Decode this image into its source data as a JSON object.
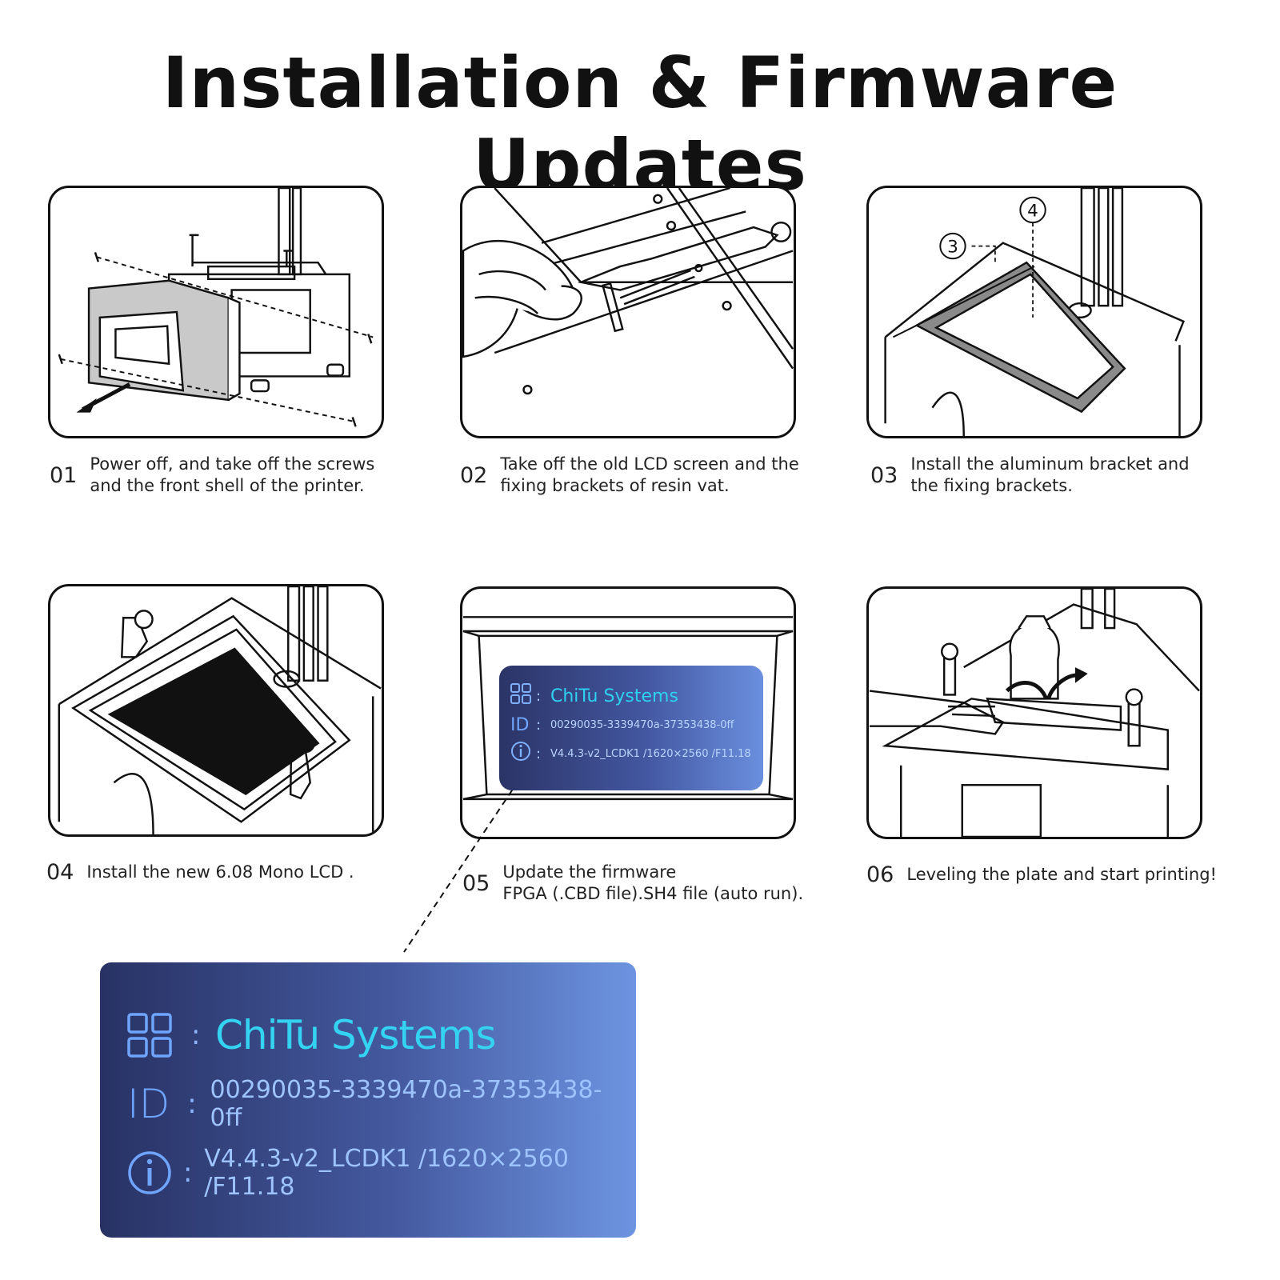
{
  "page": {
    "title": "Installation & Firmware Updates"
  },
  "steps": [
    {
      "number": "01",
      "text": "Power off, and take off the screws\nand the front shell of the printer."
    },
    {
      "number": "02",
      "text": "Take off the old LCD screen and the\nfixing brackets of resin vat."
    },
    {
      "number": "03",
      "text": "Install the aluminum bracket and\nthe fixing brackets."
    },
    {
      "number": "04",
      "text": "Install the new 6.08 Mono LCD ."
    },
    {
      "number": "05",
      "text": "Update the firmware\nFPGA (.CBD file).SH4 file (auto run)."
    },
    {
      "number": "06",
      "text": "Leveling the plate and start printing!"
    }
  ],
  "callouts": {
    "three": "3",
    "four": "4"
  },
  "screen": {
    "brand": "ChiTu Systems",
    "id_label": "ID",
    "colon": ":",
    "id_value": "00290035-3339470a-37353438-0ff",
    "version_value": "V4.4.3-v2_LCDK1 /1620×2560 /F11.18",
    "icons": {
      "brand": "grid-icon",
      "version": "info-icon"
    },
    "gradient": [
      "#283264",
      "#6d94e1"
    ],
    "brand_color": "#33d3f1"
  }
}
